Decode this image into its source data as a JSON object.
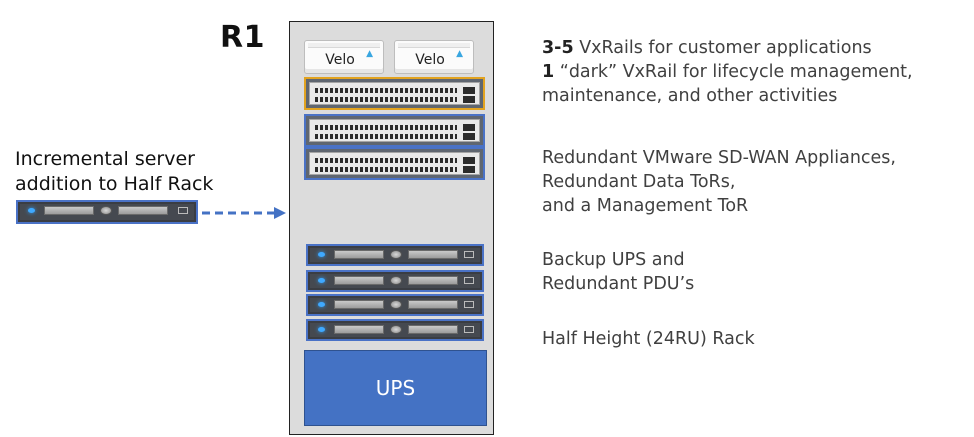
{
  "rack": {
    "title": "R1",
    "velo_units": [
      {
        "label": "Velo"
      },
      {
        "label": "Velo"
      }
    ],
    "ups_label": "UPS"
  },
  "incremental": {
    "label_line1": "Incremental server",
    "label_line2": "addition to Half Rack"
  },
  "description": {
    "block1": {
      "line1_bold": "3-5",
      "line1_text": " VxRails for customer applications",
      "line2_bold": "1",
      "line2_text": " “dark” VxRail for lifecycle management,",
      "line3": "maintenance, and other activities"
    },
    "block2": {
      "line1": "Redundant VMware SD-WAN Appliances,",
      "line2": "Redundant Data ToRs,",
      "line3": "and a Management ToR"
    },
    "block3": {
      "line1": "Backup UPS and",
      "line2": "Redundant PDU’s"
    },
    "block4": {
      "line1": "Half Height (24RU) Rack"
    }
  },
  "colors": {
    "accent_blue": "#4472c4",
    "management_tor_outline": "#e2a320",
    "rack_fill": "#dcdcdc",
    "arrow": "#4472c4"
  }
}
